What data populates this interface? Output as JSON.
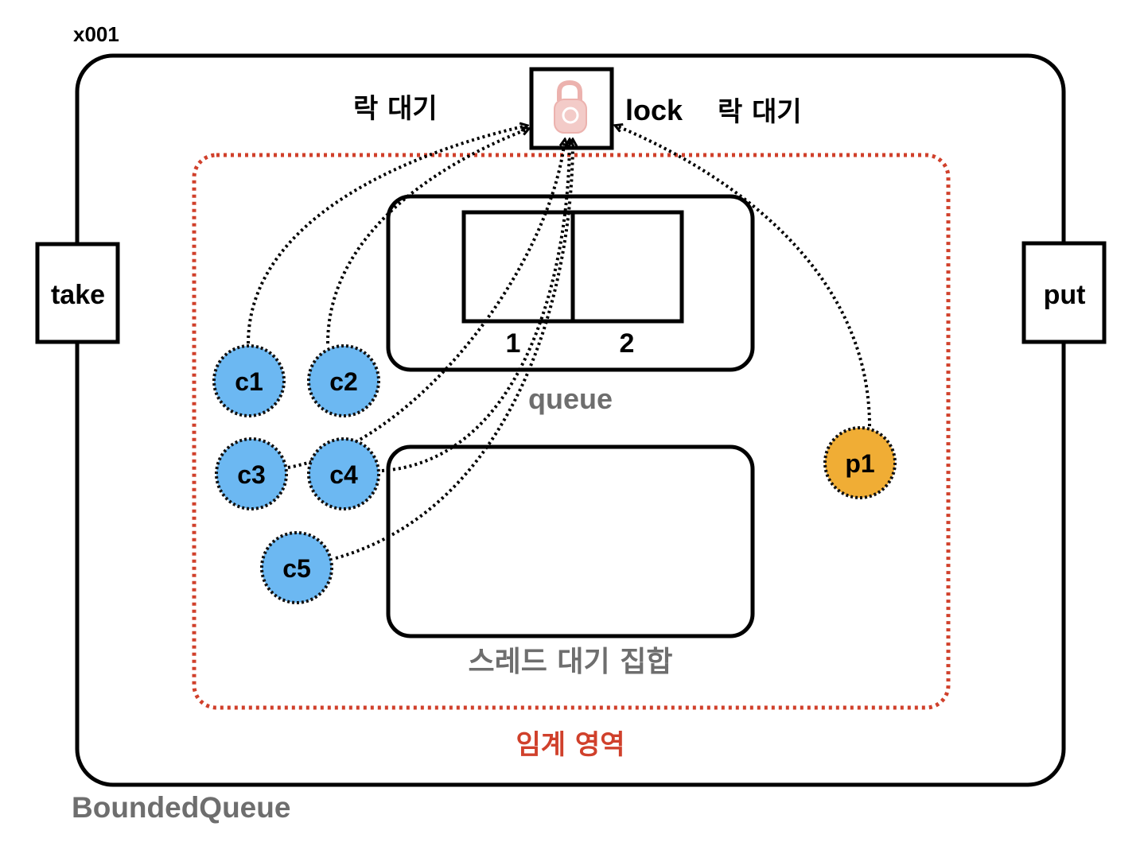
{
  "object_id": "x001",
  "class_name": "BoundedQueue",
  "methods": {
    "take": "take",
    "put": "put"
  },
  "lock": {
    "label": "lock",
    "wait_left": "락 대기",
    "wait_right": "락 대기"
  },
  "queue": {
    "label": "queue",
    "slots": [
      "1",
      "2"
    ]
  },
  "wait_set": {
    "label": "스레드 대기 집합"
  },
  "critical_section": {
    "label": "임계 영역"
  },
  "threads": {
    "consumers": [
      {
        "name": "c1"
      },
      {
        "name": "c2"
      },
      {
        "name": "c3"
      },
      {
        "name": "c4"
      },
      {
        "name": "c5"
      }
    ],
    "producers": [
      {
        "name": "p1"
      }
    ]
  },
  "colors": {
    "consumer": "#6cb8f2",
    "producer": "#f0ad35",
    "critical_border": "#d0402b",
    "critical_text": "#d0402b",
    "gray_text": "#6e6e6e",
    "lock_icon": "#e9a5a0"
  }
}
